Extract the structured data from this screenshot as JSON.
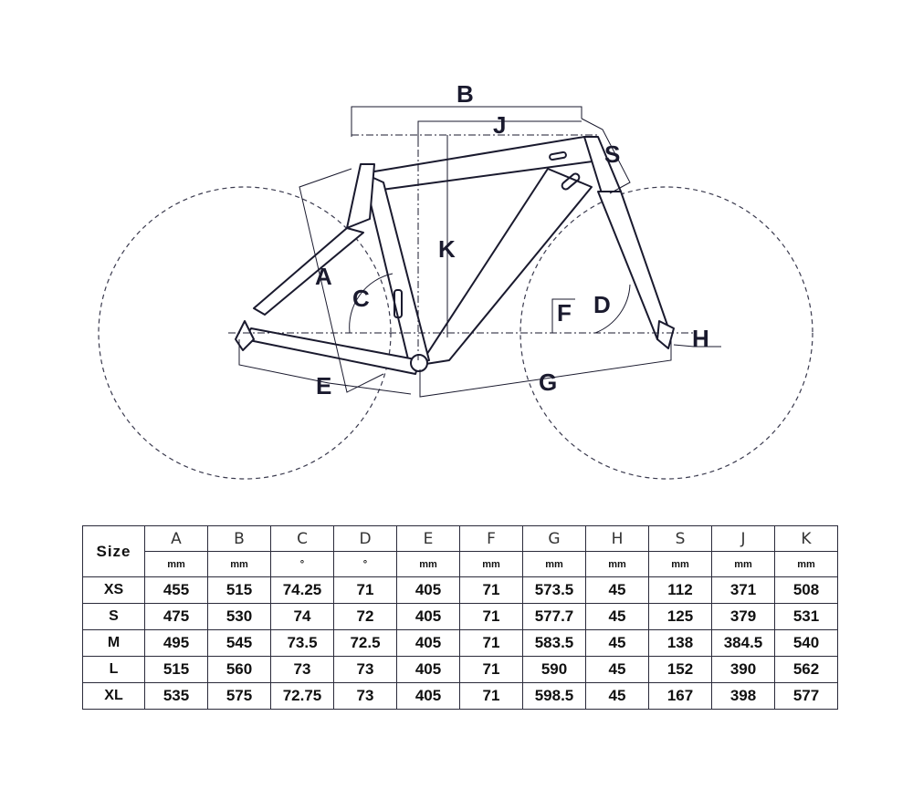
{
  "diagram": {
    "labels": {
      "A": "A",
      "B": "B",
      "C": "C",
      "D": "D",
      "E": "E",
      "F": "F",
      "G": "G",
      "H": "H",
      "J": "J",
      "K": "K",
      "S": "S"
    }
  },
  "table": {
    "size_header": "Size",
    "columns": [
      {
        "letter": "A",
        "unit": "mm"
      },
      {
        "letter": "B",
        "unit": "mm"
      },
      {
        "letter": "C",
        "unit": "°"
      },
      {
        "letter": "D",
        "unit": "°"
      },
      {
        "letter": "E",
        "unit": "mm"
      },
      {
        "letter": "F",
        "unit": "mm"
      },
      {
        "letter": "G",
        "unit": "mm"
      },
      {
        "letter": "H",
        "unit": "mm"
      },
      {
        "letter": "S",
        "unit": "mm"
      },
      {
        "letter": "J",
        "unit": "mm"
      },
      {
        "letter": "K",
        "unit": "mm"
      }
    ],
    "rows": [
      {
        "size": "XS",
        "values": [
          "455",
          "515",
          "74.25",
          "71",
          "405",
          "71",
          "573.5",
          "45",
          "112",
          "371",
          "508"
        ]
      },
      {
        "size": "S",
        "values": [
          "475",
          "530",
          "74",
          "72",
          "405",
          "71",
          "577.7",
          "45",
          "125",
          "379",
          "531"
        ]
      },
      {
        "size": "M",
        "values": [
          "495",
          "545",
          "73.5",
          "72.5",
          "405",
          "71",
          "583.5",
          "45",
          "138",
          "384.5",
          "540"
        ]
      },
      {
        "size": "L",
        "values": [
          "515",
          "560",
          "73",
          "73",
          "405",
          "71",
          "590",
          "45",
          "152",
          "390",
          "562"
        ]
      },
      {
        "size": "XL",
        "values": [
          "535",
          "575",
          "72.75",
          "73",
          "405",
          "71",
          "598.5",
          "45",
          "167",
          "398",
          "577"
        ]
      }
    ]
  },
  "colors": {
    "line": "#1a1a2e",
    "dash": "#3a3a4e"
  }
}
